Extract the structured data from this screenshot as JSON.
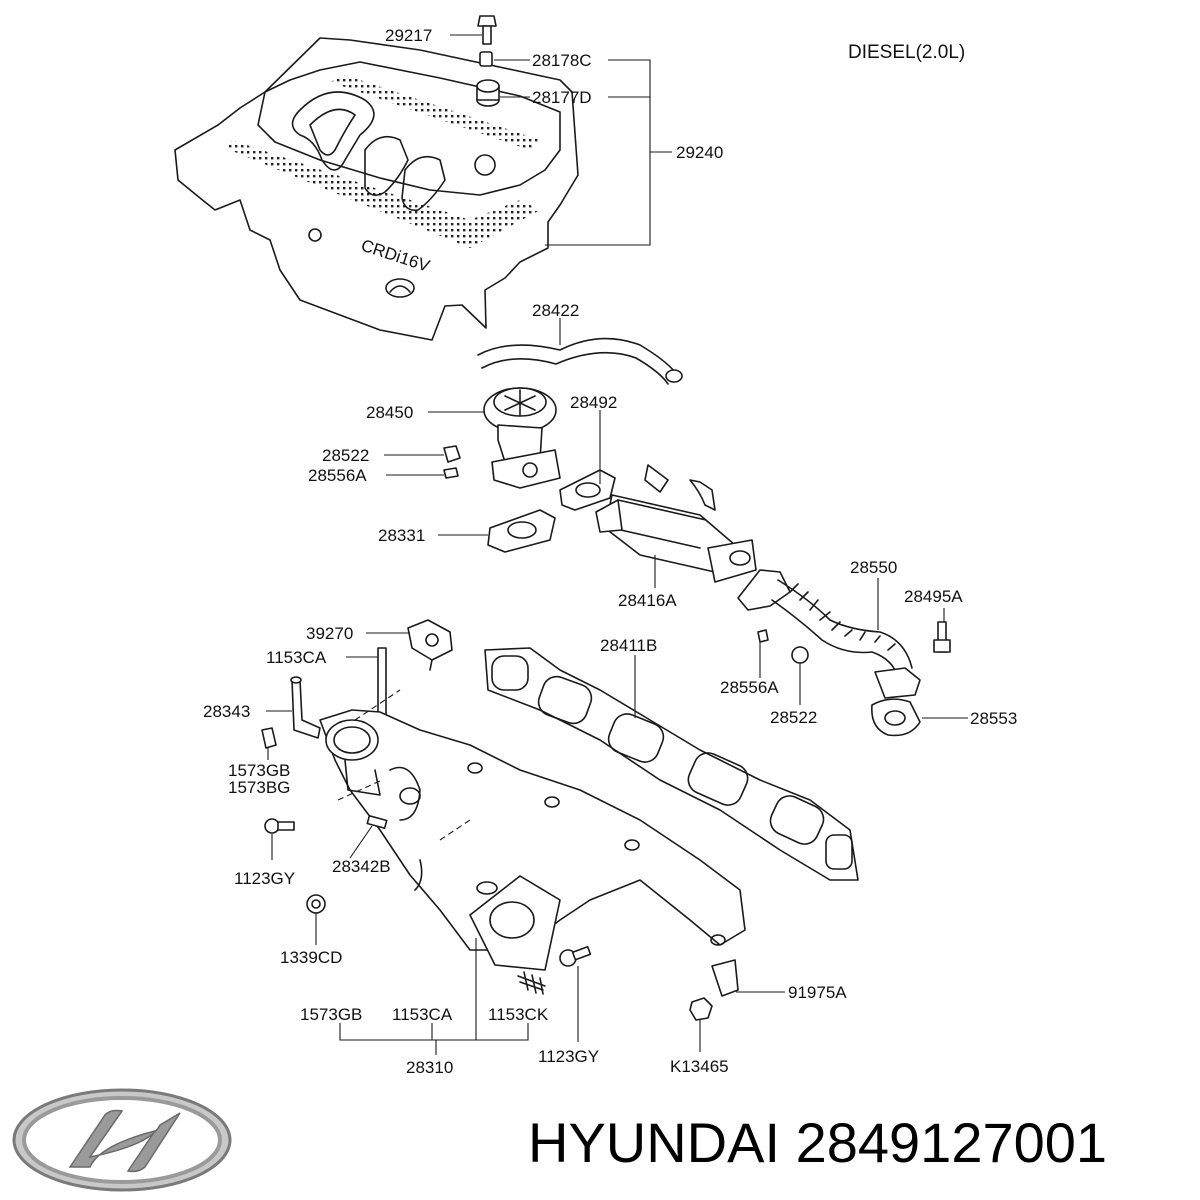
{
  "variant_label": "DIESEL(2.0L)",
  "footer": {
    "brand": "HYUNDAI",
    "part_number": "2849127001"
  },
  "cover_text": "CRDi16V",
  "labels": {
    "p29217": "29217",
    "p28178C": "28178C",
    "p28177D": "28177D",
    "p29240": "29240",
    "p28422": "28422",
    "p28450": "28450",
    "p28492": "28492",
    "p28522a": "28522",
    "p28556Aa": "28556A",
    "p28331": "28331",
    "p28416A": "28416A",
    "p28550": "28550",
    "p28495A": "28495A",
    "p39270": "39270",
    "p1153CAa": "1153CA",
    "p28411B": "28411B",
    "p28343": "28343",
    "p28556Ab": "28556A",
    "p28522b": "28522",
    "p28553": "28553",
    "p1573GBa": "1573GB",
    "p1573BG": "1573BG",
    "p1123GYa": "1123GY",
    "p28342B": "28342B",
    "p1339CD": "1339CD",
    "p91975A": "91975A",
    "p1573GBb": "1573GB",
    "p1153CAb": "1153CA",
    "p1153CK": "1153CK",
    "p1123GYb": "1123GY",
    "p28310": "28310",
    "pK13465": "K13465"
  },
  "icons": {
    "logo": "hyundai-logo-icon"
  },
  "colors": {
    "ink": "#1a1a1a",
    "background": "#ffffff",
    "logo_silver": "#9a9a9a"
  }
}
